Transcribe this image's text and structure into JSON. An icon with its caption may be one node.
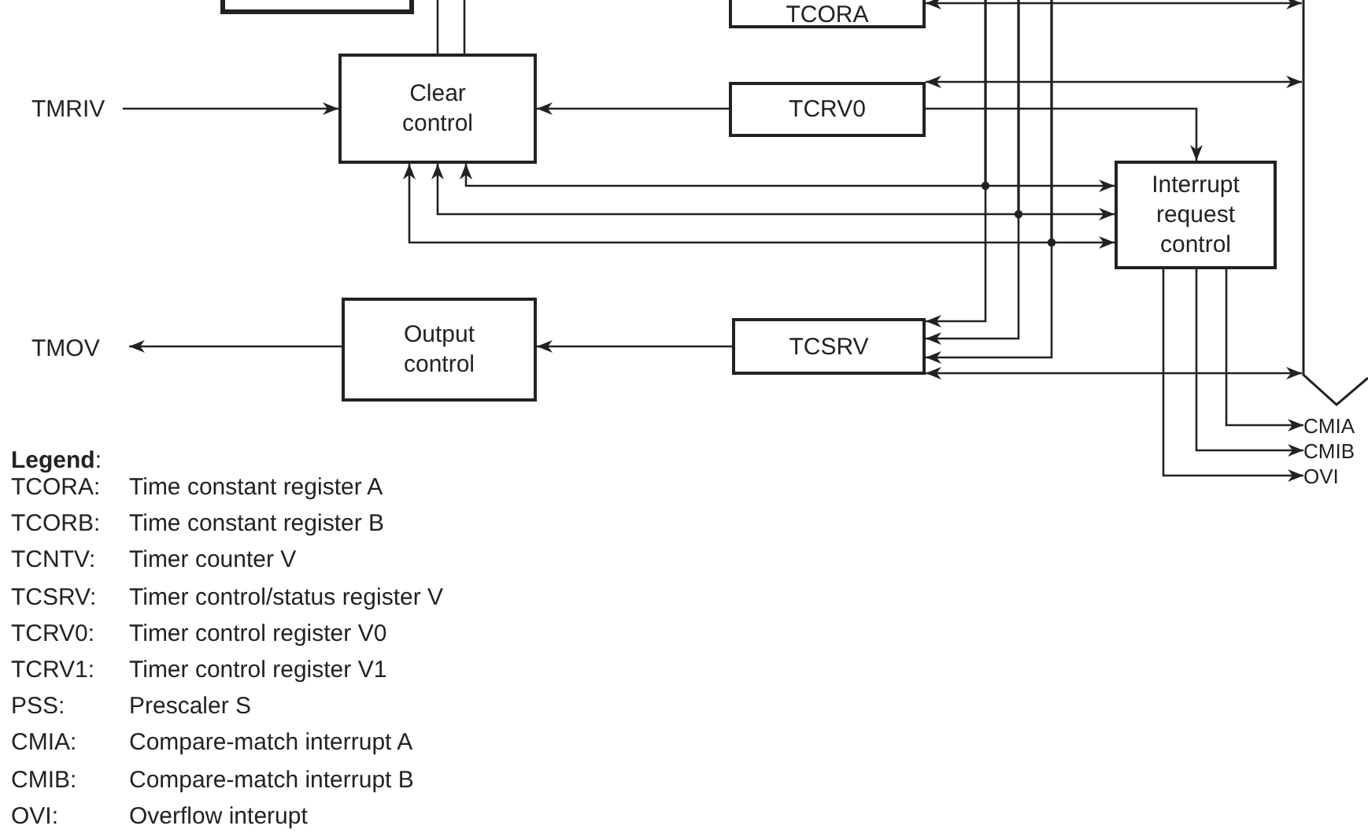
{
  "diagram": {
    "nodes": [
      {
        "text": [],
        "shape": "box"
      },
      {
        "text": [
          "TCORA"
        ]
      },
      {
        "text": [
          "TMRIV"
        ]
      },
      {
        "text": [
          "Clear control"
        ]
      },
      {
        "text": [
          "TCRV0"
        ]
      },
      {
        "text": [
          "Interrupt request control"
        ]
      },
      {
        "text": [
          "TMOV"
        ]
      },
      {
        "text": [
          "Output control"
        ]
      },
      {
        "text": [
          "TCSRV"
        ]
      },
      {
        "text": [],
        "shape": "bar"
      },
      {
        "text": [
          "CMIA"
        ]
      },
      {
        "text": [
          "CMIB"
        ]
      },
      {
        "text": [
          "OVI"
        ]
      }
    ],
    "edges": [
      {
        "from": null,
        "to": 3,
        "arrow": "none"
      },
      {
        "from": null,
        "to": 3,
        "arrow": "none"
      },
      {
        "from": 2,
        "to": 3,
        "arrow": "to"
      },
      {
        "from": 4,
        "to": 3,
        "arrow": "to"
      },
      {
        "from": 1,
        "to": 9,
        "arrow": "both"
      },
      {
        "from": 4,
        "to": 9,
        "arrow": "both"
      },
      {
        "from": 4,
        "to": 5,
        "arrow": "to"
      },
      {
        "from": null,
        "to": 5,
        "arrow": "to"
      },
      {
        "from": null,
        "to": 5,
        "arrow": "to"
      },
      {
        "from": null,
        "to": 5,
        "arrow": "to"
      },
      {
        "from": null,
        "to": 3,
        "arrow": "to"
      },
      {
        "from": null,
        "to": 3,
        "arrow": "to"
      },
      {
        "from": null,
        "to": 3,
        "arrow": "to"
      },
      {
        "from": null,
        "to": 8,
        "arrow": "to"
      },
      {
        "from": null,
        "to": 8,
        "arrow": "to"
      },
      {
        "from": null,
        "to": 8,
        "arrow": "to"
      },
      {
        "from": 8,
        "to": 9,
        "arrow": "both"
      },
      {
        "from": 8,
        "to": 7,
        "arrow": "to"
      },
      {
        "from": 7,
        "to": 6,
        "arrow": "to"
      },
      {
        "from": 5,
        "to": 10,
        "arrow": "to"
      },
      {
        "from": 5,
        "to": 11,
        "arrow": "to"
      },
      {
        "from": 5,
        "to": 12,
        "arrow": "to"
      }
    ],
    "labels": [
      "**Legend**:",
      "TCORA:",
      "Time constant register A",
      "TCORB:",
      "Time constant register B",
      "TCNTV:",
      "Timer counter V",
      "TCSRV:",
      "Timer control/status register V",
      "TCRV0:",
      "Timer control register V0",
      "TCRV1:",
      "Timer control register V1",
      "PSS:",
      "Prescaler S",
      "CMIA:",
      "Compare-match interrupt A",
      "CMIB:",
      "Compare-match interrupt B",
      "OVI:",
      "Overflow interupt"
    ]
  }
}
